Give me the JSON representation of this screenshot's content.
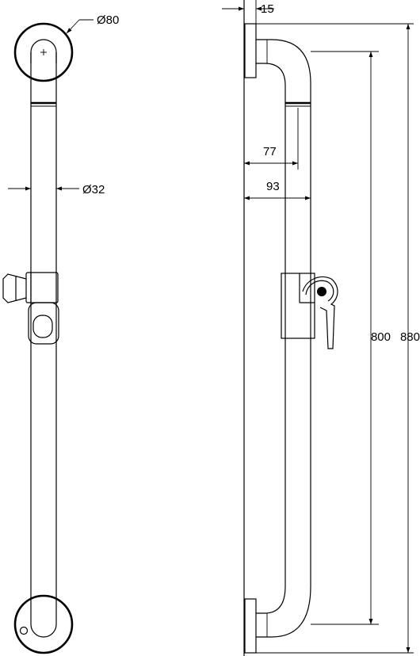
{
  "front_view": {
    "rosette_diameter": "Ø80",
    "bar_diameter": "Ø32"
  },
  "side_view": {
    "wall_thickness": "15",
    "inner_offset": "77",
    "outer_offset": "93",
    "center_distance": "800",
    "overall_length": "880"
  }
}
